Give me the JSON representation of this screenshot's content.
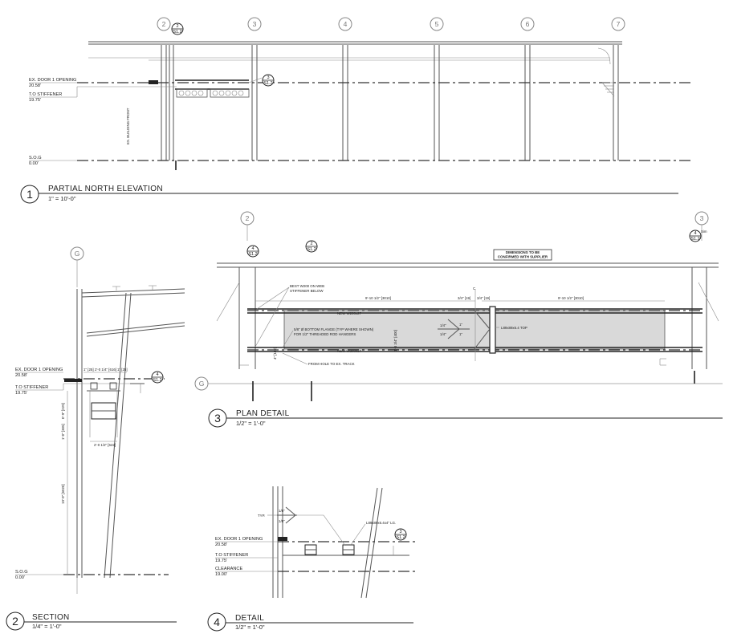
{
  "grid_lines": [
    "2",
    "3",
    "4",
    "5",
    "6",
    "7",
    "G"
  ],
  "drawings": {
    "d1": {
      "number": "1",
      "title": "PARTIAL NORTH ELEVATION",
      "scale": "1\" = 10'-0\""
    },
    "d2": {
      "number": "2",
      "title": "SECTION",
      "scale": "1/4\" = 1'-0\""
    },
    "d3": {
      "number": "3",
      "title": "PLAN DETAIL",
      "scale": "1/2\" = 1'-0\""
    },
    "d4": {
      "number": "4",
      "title": "DETAIL",
      "scale": "1/2\" = 1'-0\""
    }
  },
  "sheet_ref": "S1.2",
  "levels": {
    "door_label": "EX. DOOR 1 OPENING",
    "door_value": "20.58'",
    "stiff_label": "T.O STIFFENER",
    "stiff_value": "19.75'",
    "sog_label": "S.O.G",
    "sog_value": "0.00'",
    "clear_label": "CLEARANCE",
    "clear_value": "19.00'"
  },
  "notes": {
    "building_front": "EX. BUILDING FRONT",
    "dimensions_1": "DIMENSIONS TO BE",
    "dimensions_2": "CONFIRMED WITH SUPPLIER",
    "best_w200_1": "BEST W200 ON WEB",
    "best_w200_2": "STIFFENER BELOW",
    "new_w200": "NEW W200x27",
    "flange_1": "5/8\" Ø BOTTOM FLANGE (TYP WHERE SHOWN)",
    "flange_2": "FOR 1/2\" THREADED ROD HANGERS",
    "from_hole": "FROM HOLE TO EX. TRACK",
    "l_angle_top": "L89x89x6.4 TOP",
    "l_angle_lg": "L89x89x6.4x4\" LG.",
    "typ": "TYP.",
    "sim": "Sim",
    "centerline": "C"
  },
  "dims": {
    "left_span": "9'-10 1/2\" [3010]",
    "right_span": "9'-10 1/2\" [3010]",
    "gap_a": "3/4\" [19]",
    "gap_b": "3/4\" [19]",
    "weld_a": "1/4\"",
    "weld_b": "1/4\"",
    "weld_c": "1\"",
    "weld_d": "1\"",
    "weld_e": "1/8\"",
    "weld_f": "1/8\"",
    "vert_plan": "1'-3 3/4\" [400]",
    "sec_top_a": "1\" [25]",
    "sec_top_b": "2'-0 1/4\" [616]",
    "sec_top_c": "1\" [25]",
    "sec_w": "2'-0 1/2\" [622]",
    "sec_h1": "0'-9\" [229]",
    "sec_h2": "1'-0\" [305]",
    "sec_h3": "19'-9\" [6020]",
    "plan_small": "4\" [102]"
  }
}
